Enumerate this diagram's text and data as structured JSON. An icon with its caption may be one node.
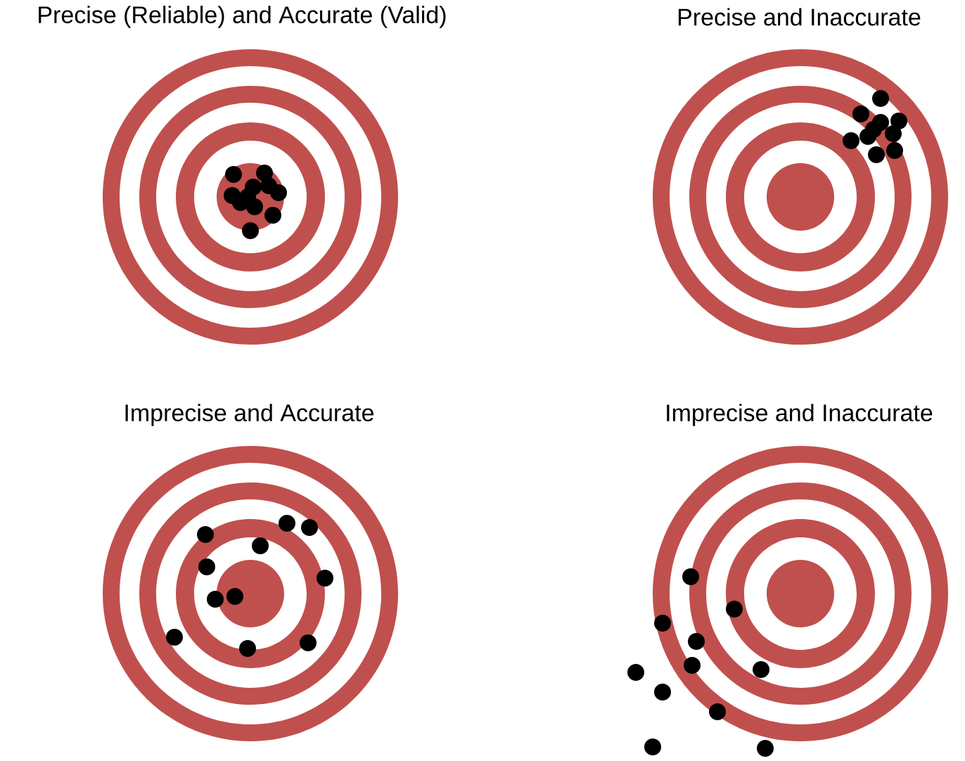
{
  "diagram": {
    "labels": [
      "Precise (Reliable) and Accurate (Valid)",
      "Precise and Inaccurate",
      "Imprecise and Accurate",
      "Imprecise and Inaccurate"
    ]
  }
}
